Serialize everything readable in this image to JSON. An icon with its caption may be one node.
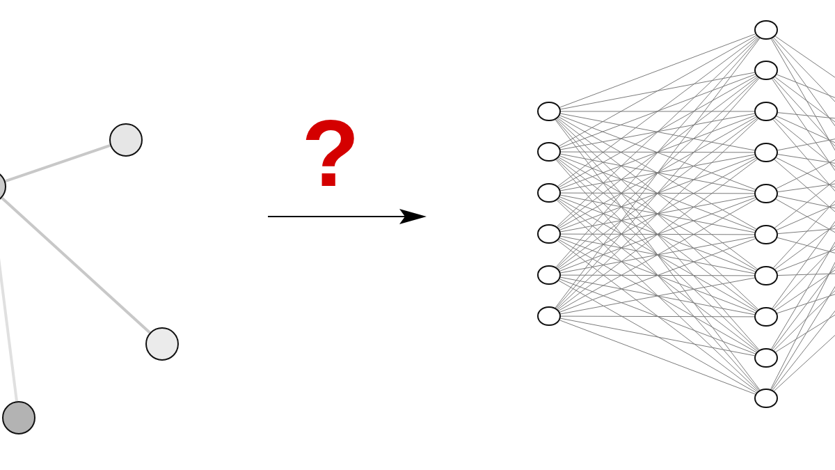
{
  "diagram": {
    "nodes": [
      {
        "text": [],
        "shape": "circle"
      },
      {
        "text": [],
        "shape": "circle"
      },
      {
        "text": [],
        "shape": "circle"
      },
      {
        "text": [],
        "shape": "circle"
      },
      {
        "text": [],
        "shape": "ellipse"
      },
      {
        "text": [],
        "shape": "ellipse"
      },
      {
        "text": [],
        "shape": "ellipse"
      },
      {
        "text": [],
        "shape": "ellipse"
      },
      {
        "text": [],
        "shape": "ellipse"
      },
      {
        "text": [],
        "shape": "ellipse"
      },
      {
        "text": [],
        "shape": "ellipse"
      },
      {
        "text": [],
        "shape": "ellipse"
      },
      {
        "text": [],
        "shape": "ellipse"
      },
      {
        "text": [],
        "shape": "ellipse"
      },
      {
        "text": [],
        "shape": "ellipse"
      },
      {
        "text": [],
        "shape": "ellipse"
      },
      {
        "text": [],
        "shape": "ellipse"
      },
      {
        "text": [],
        "shape": "ellipse"
      },
      {
        "text": [],
        "shape": "ellipse"
      },
      {
        "text": [],
        "shape": "ellipse"
      }
    ],
    "edges": [
      {
        "from": 0,
        "to": 1,
        "arrow": "none",
        "style": "thick",
        "color": "#c8c8c8"
      },
      {
        "from": 0,
        "to": 2,
        "arrow": "none",
        "style": "thick",
        "color": "#c8c8c8"
      },
      {
        "from": 0,
        "to": 3,
        "arrow": "none",
        "style": "thick",
        "color": "#e0e0e0"
      },
      {
        "from": 4,
        "to": 10,
        "arrow": "none"
      },
      {
        "from": 4,
        "to": 11,
        "arrow": "none"
      },
      {
        "from": 4,
        "to": 12,
        "arrow": "none"
      },
      {
        "from": 4,
        "to": 13,
        "arrow": "none"
      },
      {
        "from": 4,
        "to": 14,
        "arrow": "none"
      },
      {
        "from": 4,
        "to": 15,
        "arrow": "none"
      },
      {
        "from": 4,
        "to": 16,
        "arrow": "none"
      },
      {
        "from": 4,
        "to": 17,
        "arrow": "none"
      },
      {
        "from": 4,
        "to": 18,
        "arrow": "none"
      },
      {
        "from": 4,
        "to": 19,
        "arrow": "none"
      },
      {
        "from": 5,
        "to": 10,
        "arrow": "none"
      },
      {
        "from": 5,
        "to": 11,
        "arrow": "none"
      },
      {
        "from": 5,
        "to": 12,
        "arrow": "none"
      },
      {
        "from": 5,
        "to": 13,
        "arrow": "none"
      },
      {
        "from": 5,
        "to": 14,
        "arrow": "none"
      },
      {
        "from": 5,
        "to": 15,
        "arrow": "none"
      },
      {
        "from": 5,
        "to": 16,
        "arrow": "none"
      },
      {
        "from": 5,
        "to": 17,
        "arrow": "none"
      },
      {
        "from": 5,
        "to": 18,
        "arrow": "none"
      },
      {
        "from": 5,
        "to": 19,
        "arrow": "none"
      },
      {
        "from": 6,
        "to": 10,
        "arrow": "none"
      },
      {
        "from": 6,
        "to": 11,
        "arrow": "none"
      },
      {
        "from": 6,
        "to": 12,
        "arrow": "none"
      },
      {
        "from": 6,
        "to": 13,
        "arrow": "none"
      },
      {
        "from": 6,
        "to": 14,
        "arrow": "none"
      },
      {
        "from": 6,
        "to": 15,
        "arrow": "none"
      },
      {
        "from": 6,
        "to": 16,
        "arrow": "none"
      },
      {
        "from": 6,
        "to": 17,
        "arrow": "none"
      },
      {
        "from": 6,
        "to": 18,
        "arrow": "none"
      },
      {
        "from": 6,
        "to": 19,
        "arrow": "none"
      },
      {
        "from": 7,
        "to": 10,
        "arrow": "none"
      },
      {
        "from": 7,
        "to": 11,
        "arrow": "none"
      },
      {
        "from": 7,
        "to": 12,
        "arrow": "none"
      },
      {
        "from": 7,
        "to": 13,
        "arrow": "none"
      },
      {
        "from": 7,
        "to": 14,
        "arrow": "none"
      },
      {
        "from": 7,
        "to": 15,
        "arrow": "none"
      },
      {
        "from": 7,
        "to": 16,
        "arrow": "none"
      },
      {
        "from": 7,
        "to": 17,
        "arrow": "none"
      },
      {
        "from": 7,
        "to": 18,
        "arrow": "none"
      },
      {
        "from": 7,
        "to": 19,
        "arrow": "none"
      },
      {
        "from": 8,
        "to": 10,
        "arrow": "none"
      },
      {
        "from": 8,
        "to": 11,
        "arrow": "none"
      },
      {
        "from": 8,
        "to": 12,
        "arrow": "none"
      },
      {
        "from": 8,
        "to": 13,
        "arrow": "none"
      },
      {
        "from": 8,
        "to": 14,
        "arrow": "none"
      },
      {
        "from": 8,
        "to": 15,
        "arrow": "none"
      },
      {
        "from": 8,
        "to": 16,
        "arrow": "none"
      },
      {
        "from": 8,
        "to": 17,
        "arrow": "none"
      },
      {
        "from": 8,
        "to": 18,
        "arrow": "none"
      },
      {
        "from": 8,
        "to": 19,
        "arrow": "none"
      },
      {
        "from": 9,
        "to": 10,
        "arrow": "none"
      },
      {
        "from": 9,
        "to": 11,
        "arrow": "none"
      },
      {
        "from": 9,
        "to": 12,
        "arrow": "none"
      },
      {
        "from": 9,
        "to": 13,
        "arrow": "none"
      },
      {
        "from": 9,
        "to": 14,
        "arrow": "none"
      },
      {
        "from": 9,
        "to": 15,
        "arrow": "none"
      },
      {
        "from": 9,
        "to": 16,
        "arrow": "none"
      },
      {
        "from": 9,
        "to": 17,
        "arrow": "none"
      },
      {
        "from": 9,
        "to": 18,
        "arrow": "none"
      },
      {
        "from": 9,
        "to": 19,
        "arrow": "none"
      },
      {
        "from": 10,
        "to": null,
        "arrow": "none"
      },
      {
        "from": 10,
        "to": null,
        "arrow": "none"
      },
      {
        "from": 10,
        "to": null,
        "arrow": "none"
      },
      {
        "from": 10,
        "to": null,
        "arrow": "none"
      },
      {
        "from": 11,
        "to": null,
        "arrow": "none"
      },
      {
        "from": 11,
        "to": null,
        "arrow": "none"
      },
      {
        "from": 11,
        "to": null,
        "arrow": "none"
      },
      {
        "from": 11,
        "to": null,
        "arrow": "none"
      },
      {
        "from": 12,
        "to": null,
        "arrow": "none"
      },
      {
        "from": 12,
        "to": null,
        "arrow": "none"
      },
      {
        "from": 12,
        "to": null,
        "arrow": "none"
      },
      {
        "from": 12,
        "to": null,
        "arrow": "none"
      },
      {
        "from": 13,
        "to": null,
        "arrow": "none"
      },
      {
        "from": 13,
        "to": null,
        "arrow": "none"
      },
      {
        "from": 13,
        "to": null,
        "arrow": "none"
      },
      {
        "from": 13,
        "to": null,
        "arrow": "none"
      },
      {
        "from": 14,
        "to": null,
        "arrow": "none"
      },
      {
        "from": 14,
        "to": null,
        "arrow": "none"
      },
      {
        "from": 14,
        "to": null,
        "arrow": "none"
      },
      {
        "from": 14,
        "to": null,
        "arrow": "none"
      },
      {
        "from": 15,
        "to": null,
        "arrow": "none"
      },
      {
        "from": 15,
        "to": null,
        "arrow": "none"
      },
      {
        "from": 15,
        "to": null,
        "arrow": "none"
      },
      {
        "from": 15,
        "to": null,
        "arrow": "none"
      },
      {
        "from": 16,
        "to": null,
        "arrow": "none"
      },
      {
        "from": 16,
        "to": null,
        "arrow": "none"
      },
      {
        "from": 16,
        "to": null,
        "arrow": "none"
      },
      {
        "from": 16,
        "to": null,
        "arrow": "none"
      },
      {
        "from": 17,
        "to": null,
        "arrow": "none"
      },
      {
        "from": 17,
        "to": null,
        "arrow": "none"
      },
      {
        "from": 17,
        "to": null,
        "arrow": "none"
      },
      {
        "from": 17,
        "to": null,
        "arrow": "none"
      },
      {
        "from": 18,
        "to": null,
        "arrow": "none"
      },
      {
        "from": 18,
        "to": null,
        "arrow": "none"
      },
      {
        "from": 18,
        "to": null,
        "arrow": "none"
      },
      {
        "from": 18,
        "to": null,
        "arrow": "none"
      },
      {
        "from": 19,
        "to": null,
        "arrow": "none"
      },
      {
        "from": 19,
        "to": null,
        "arrow": "none"
      },
      {
        "from": 19,
        "to": null,
        "arrow": "none"
      },
      {
        "from": 19,
        "to": null,
        "arrow": "none"
      }
    ],
    "labels": [
      "?"
    ]
  }
}
